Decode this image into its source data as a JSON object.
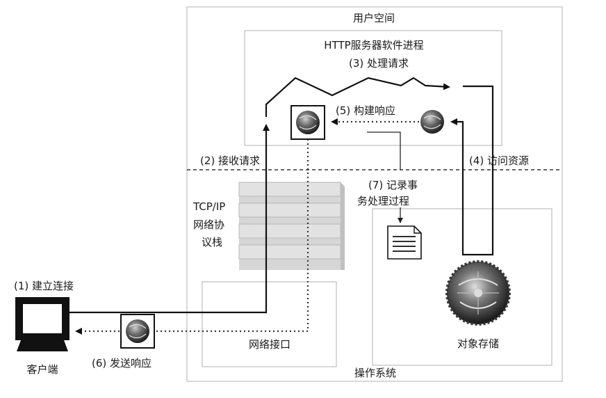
{
  "diagram": {
    "regions": {
      "user_space": "用户空间",
      "http_server": "HTTP服务器软件进程",
      "os": "操作系统",
      "network_interface": "网络接口",
      "object_store": "对象存储",
      "tcpip_line1": "TCP/IP",
      "tcpip_line2": "网络协",
      "tcpip_line3": "议栈",
      "client": "客户端"
    },
    "steps": {
      "s1": "(1) 建立连接",
      "s2": "(2) 接收请求",
      "s3": "(3) 处理请求",
      "s4": "(4) 访问资源",
      "s5": "(5) 构建响应",
      "s6": "(6) 发送响应",
      "s7_line1": "(7) 记录事",
      "s7_line2": "务处理过程"
    },
    "icons": {
      "monitor": "computer-monitor-icon",
      "envelope": "response-message-icon",
      "document": "log-document-icon",
      "disk": "object-store-disk-icon"
    }
  }
}
